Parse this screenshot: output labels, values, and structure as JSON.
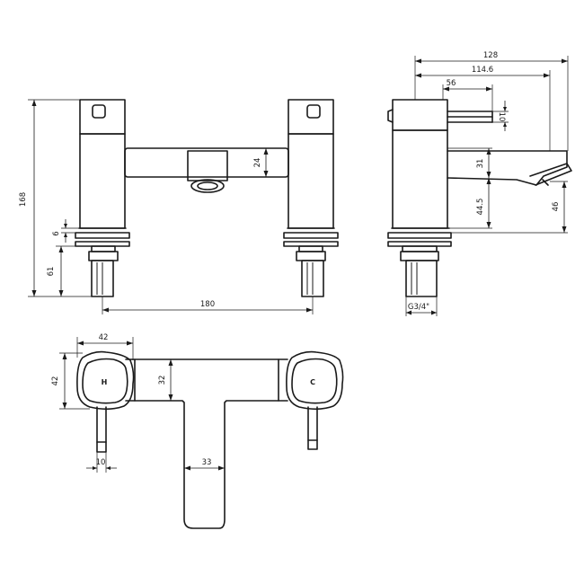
{
  "dimensions": {
    "total_height": "168",
    "flange_height": "6",
    "tail_height": "61",
    "centres": "180",
    "spout_height": "24",
    "overall_depth": "128",
    "spout_projection": "114.6",
    "lever_reach": "56",
    "lever_size": "10",
    "spout_drop": "31",
    "body_height": "44.5",
    "outlet_height": "46",
    "thread": "G3/4\"",
    "handle_width": "42",
    "handle_depth": "42",
    "bar_depth": "32",
    "lever_width": "10",
    "spout_width": "33"
  },
  "handle_labels": {
    "hot": "H",
    "cold": "C"
  }
}
